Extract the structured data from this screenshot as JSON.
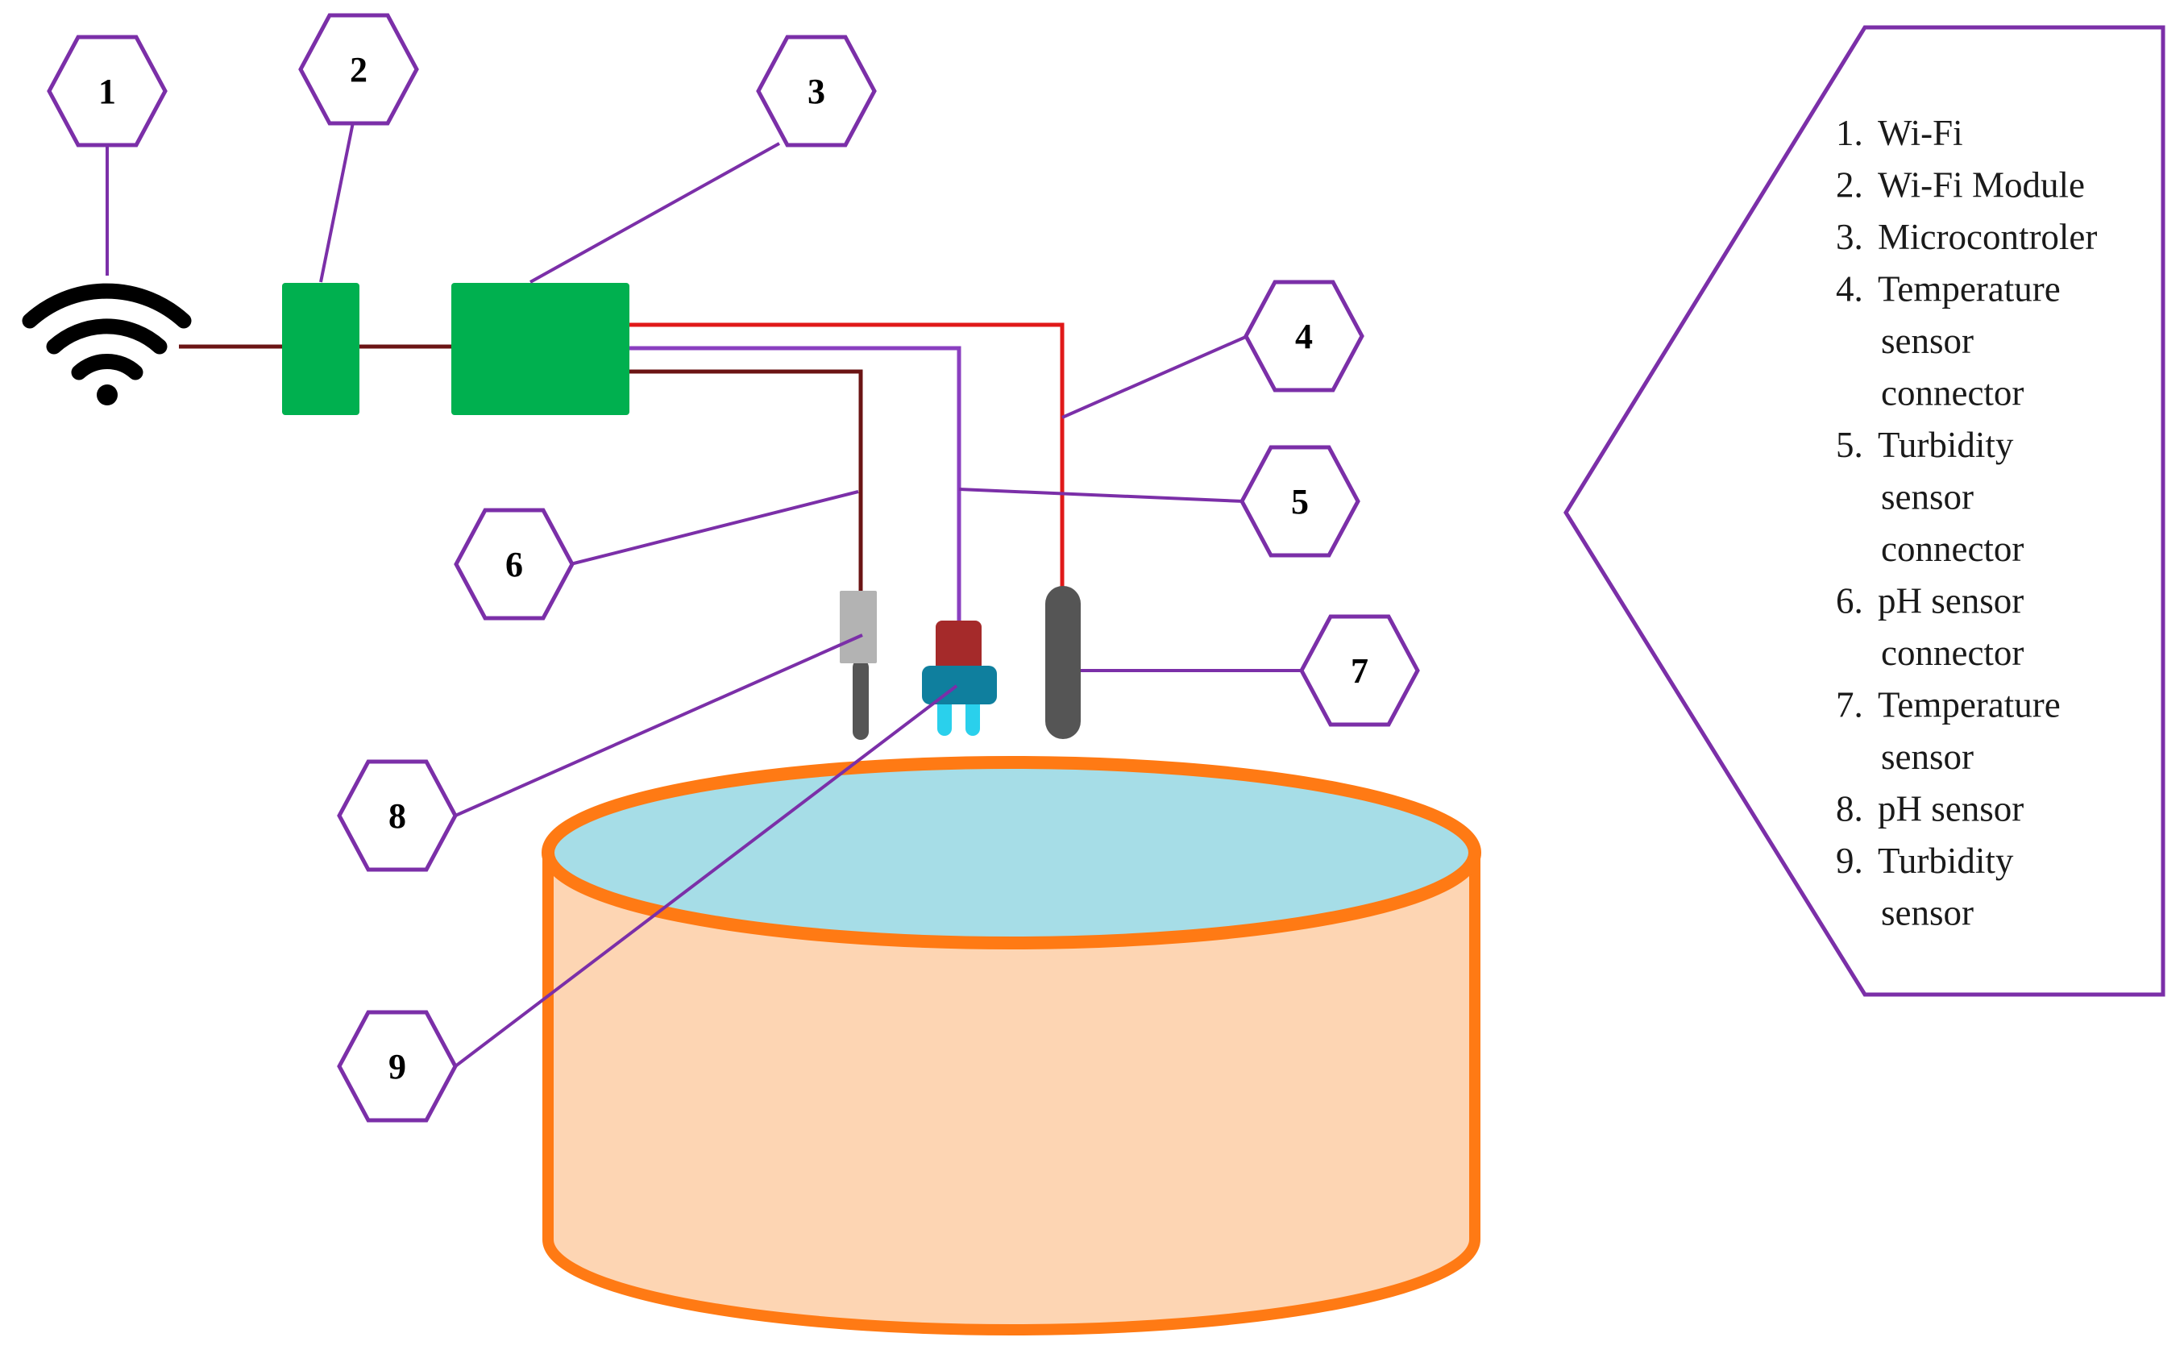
{
  "callouts": [
    "1",
    "2",
    "3",
    "4",
    "5",
    "6",
    "7",
    "8",
    "9"
  ],
  "legend": {
    "items": [
      {
        "num": "1.",
        "lines": [
          "Wi-Fi"
        ]
      },
      {
        "num": "2.",
        "lines": [
          "Wi-Fi Module"
        ]
      },
      {
        "num": "3.",
        "lines": [
          "Microcontroler"
        ]
      },
      {
        "num": "4.",
        "lines": [
          "Temperature",
          "sensor",
          "connector"
        ]
      },
      {
        "num": "5.",
        "lines": [
          "Turbidity",
          "sensor",
          "connector"
        ]
      },
      {
        "num": "6.",
        "lines": [
          "pH sensor",
          "connector"
        ]
      },
      {
        "num": "7.",
        "lines": [
          "Temperature",
          "sensor"
        ]
      },
      {
        "num": "8.",
        "lines": [
          "pH sensor"
        ]
      },
      {
        "num": "9.",
        "lines": [
          "Turbidity",
          "sensor"
        ]
      }
    ]
  },
  "colors": {
    "leader_purple": "#7b2fa8",
    "module_green": "#00b04f",
    "wire_dark_red": "#6b1414",
    "wire_red": "#e01919",
    "wire_purple": "#8a3fc0",
    "tank_orange": "#ff7a14",
    "tank_fill": "#fdd5b3",
    "water_blue": "#a6dde7",
    "probe_dark": "#555555",
    "probe_grey": "#b3b3b3",
    "turbidity_red": "#a52a2a",
    "turbidity_teal": "#0f7f9e",
    "turbidity_cyan": "#2ad0ec"
  },
  "icons": {
    "wifi": "wifi-icon"
  }
}
